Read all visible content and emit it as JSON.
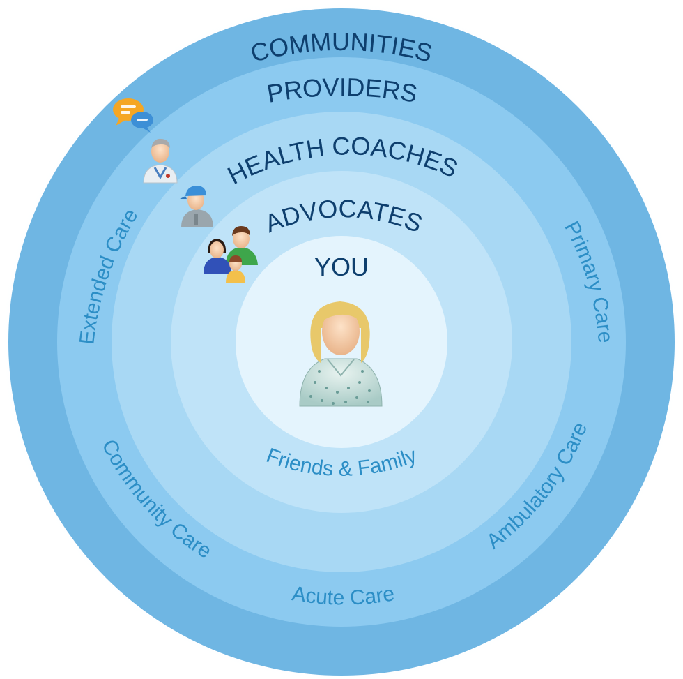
{
  "rings": {
    "communities": "COMMUNITIES",
    "providers": "PROVIDERS",
    "health_coaches": "HEALTH COACHES",
    "advocates": "ADVOCATES",
    "you": "YOU"
  },
  "care_labels": {
    "extended": "Extended Care",
    "primary": "Primary Care",
    "community": "Community Care",
    "acute": "Acute Care",
    "ambulatory": "Ambulatory Care",
    "friends_family": "Friends & Family"
  },
  "colors": {
    "outer_ring": "#6fb6e3",
    "ring_2": "#8ccaf0",
    "ring_3": "#a8d8f4",
    "ring_4": "#bfe3f8",
    "ring_5": "#d3ecfb",
    "center": "#e4f4fd",
    "dark_text": "#0e3f6e",
    "light_text": "#2c8ec6"
  },
  "icons": [
    "chat-bubbles-icon",
    "doctor-icon",
    "health-coach-icon",
    "family-icon",
    "patient-icon"
  ]
}
